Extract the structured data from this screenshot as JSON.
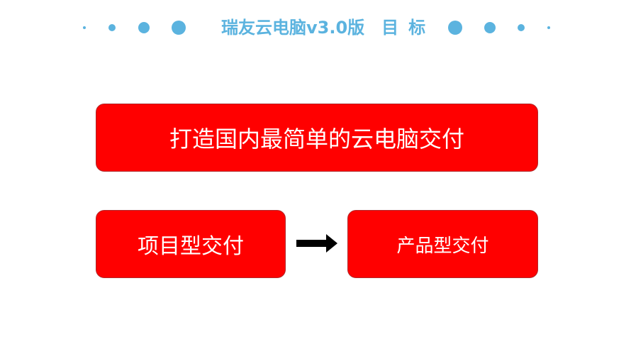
{
  "header": {
    "title_main": "瑞友云电脑v3.0版",
    "title_sub": "目标"
  },
  "boxes": {
    "main": "打造国内最简单的云电脑交付",
    "from": "项目型交付",
    "to": "产品型交付"
  },
  "icons": {
    "arrow": "right-arrow-icon",
    "dots": "decorative-dot"
  },
  "colors": {
    "accent_blue": "#5bb3df",
    "box_red": "#ff0000",
    "box_border": "#b0282a",
    "box_text": "#ffffff",
    "arrow": "#000000"
  }
}
